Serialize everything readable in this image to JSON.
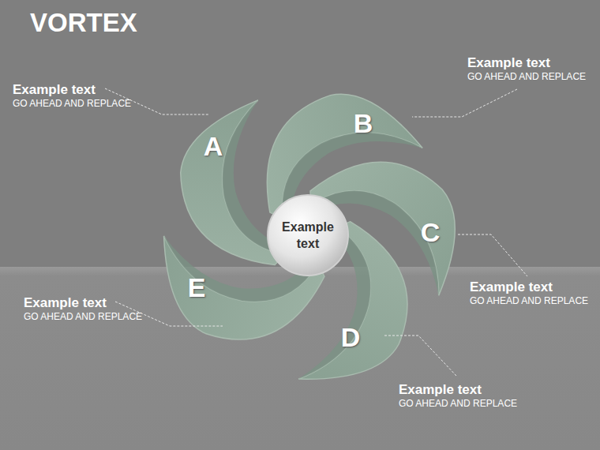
{
  "diagram": {
    "title": "VORTEX",
    "nodes": [
      {
        "text": [
          "A"
        ]
      },
      {
        "text": [
          "B"
        ]
      },
      {
        "text": [
          "Example text"
        ]
      },
      {
        "text": [
          "C"
        ]
      },
      {
        "text": [
          "E"
        ]
      },
      {
        "text": [
          "D"
        ]
      }
    ],
    "labels": [
      "Example text",
      "GO AHEAD AND REPLACE",
      "Example text",
      "GO AHEAD AND REPLACE",
      "Example text",
      "GO AHEAD AND REPLACE",
      "Example text",
      "GO AHEAD AND REPLACE",
      "Example text",
      "GO AHEAD AND REPLACE"
    ]
  }
}
